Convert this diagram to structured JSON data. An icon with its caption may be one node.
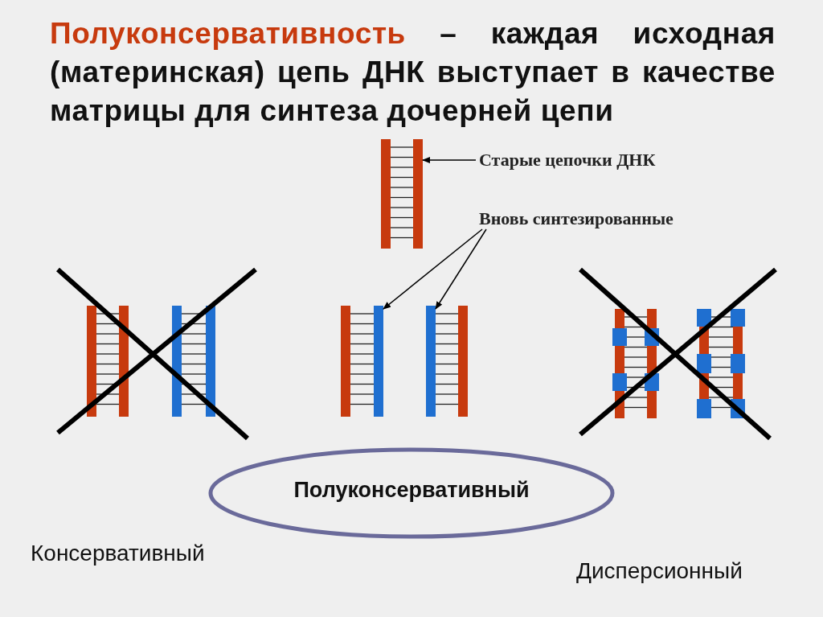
{
  "diagram": {
    "title": "Полуконсервативность – каждая исходная (материнская) цепь ДНК выступает в качестве матрицы для синтеза дочерней цепи",
    "nodes": [
      {
        "text": [
          "Старые цепочки ДНК"
        ]
      },
      {
        "text": [],
        "shape": "bar"
      },
      {
        "text": [
          "Вновь синтезированные"
        ]
      },
      {
        "text": [],
        "shape": "bar"
      },
      {
        "text": [],
        "shape": "bar"
      },
      {
        "text": [
          "Полуконсервативный"
        ]
      }
    ],
    "edges": [
      {
        "from": 0,
        "to": 1,
        "arrow": "to"
      },
      {
        "from": 2,
        "to": 3,
        "arrow": "to"
      },
      {
        "from": 2,
        "to": 4,
        "arrow": "to"
      }
    ],
    "labels": [
      "Консервативный",
      "Дисперсионный"
    ]
  }
}
